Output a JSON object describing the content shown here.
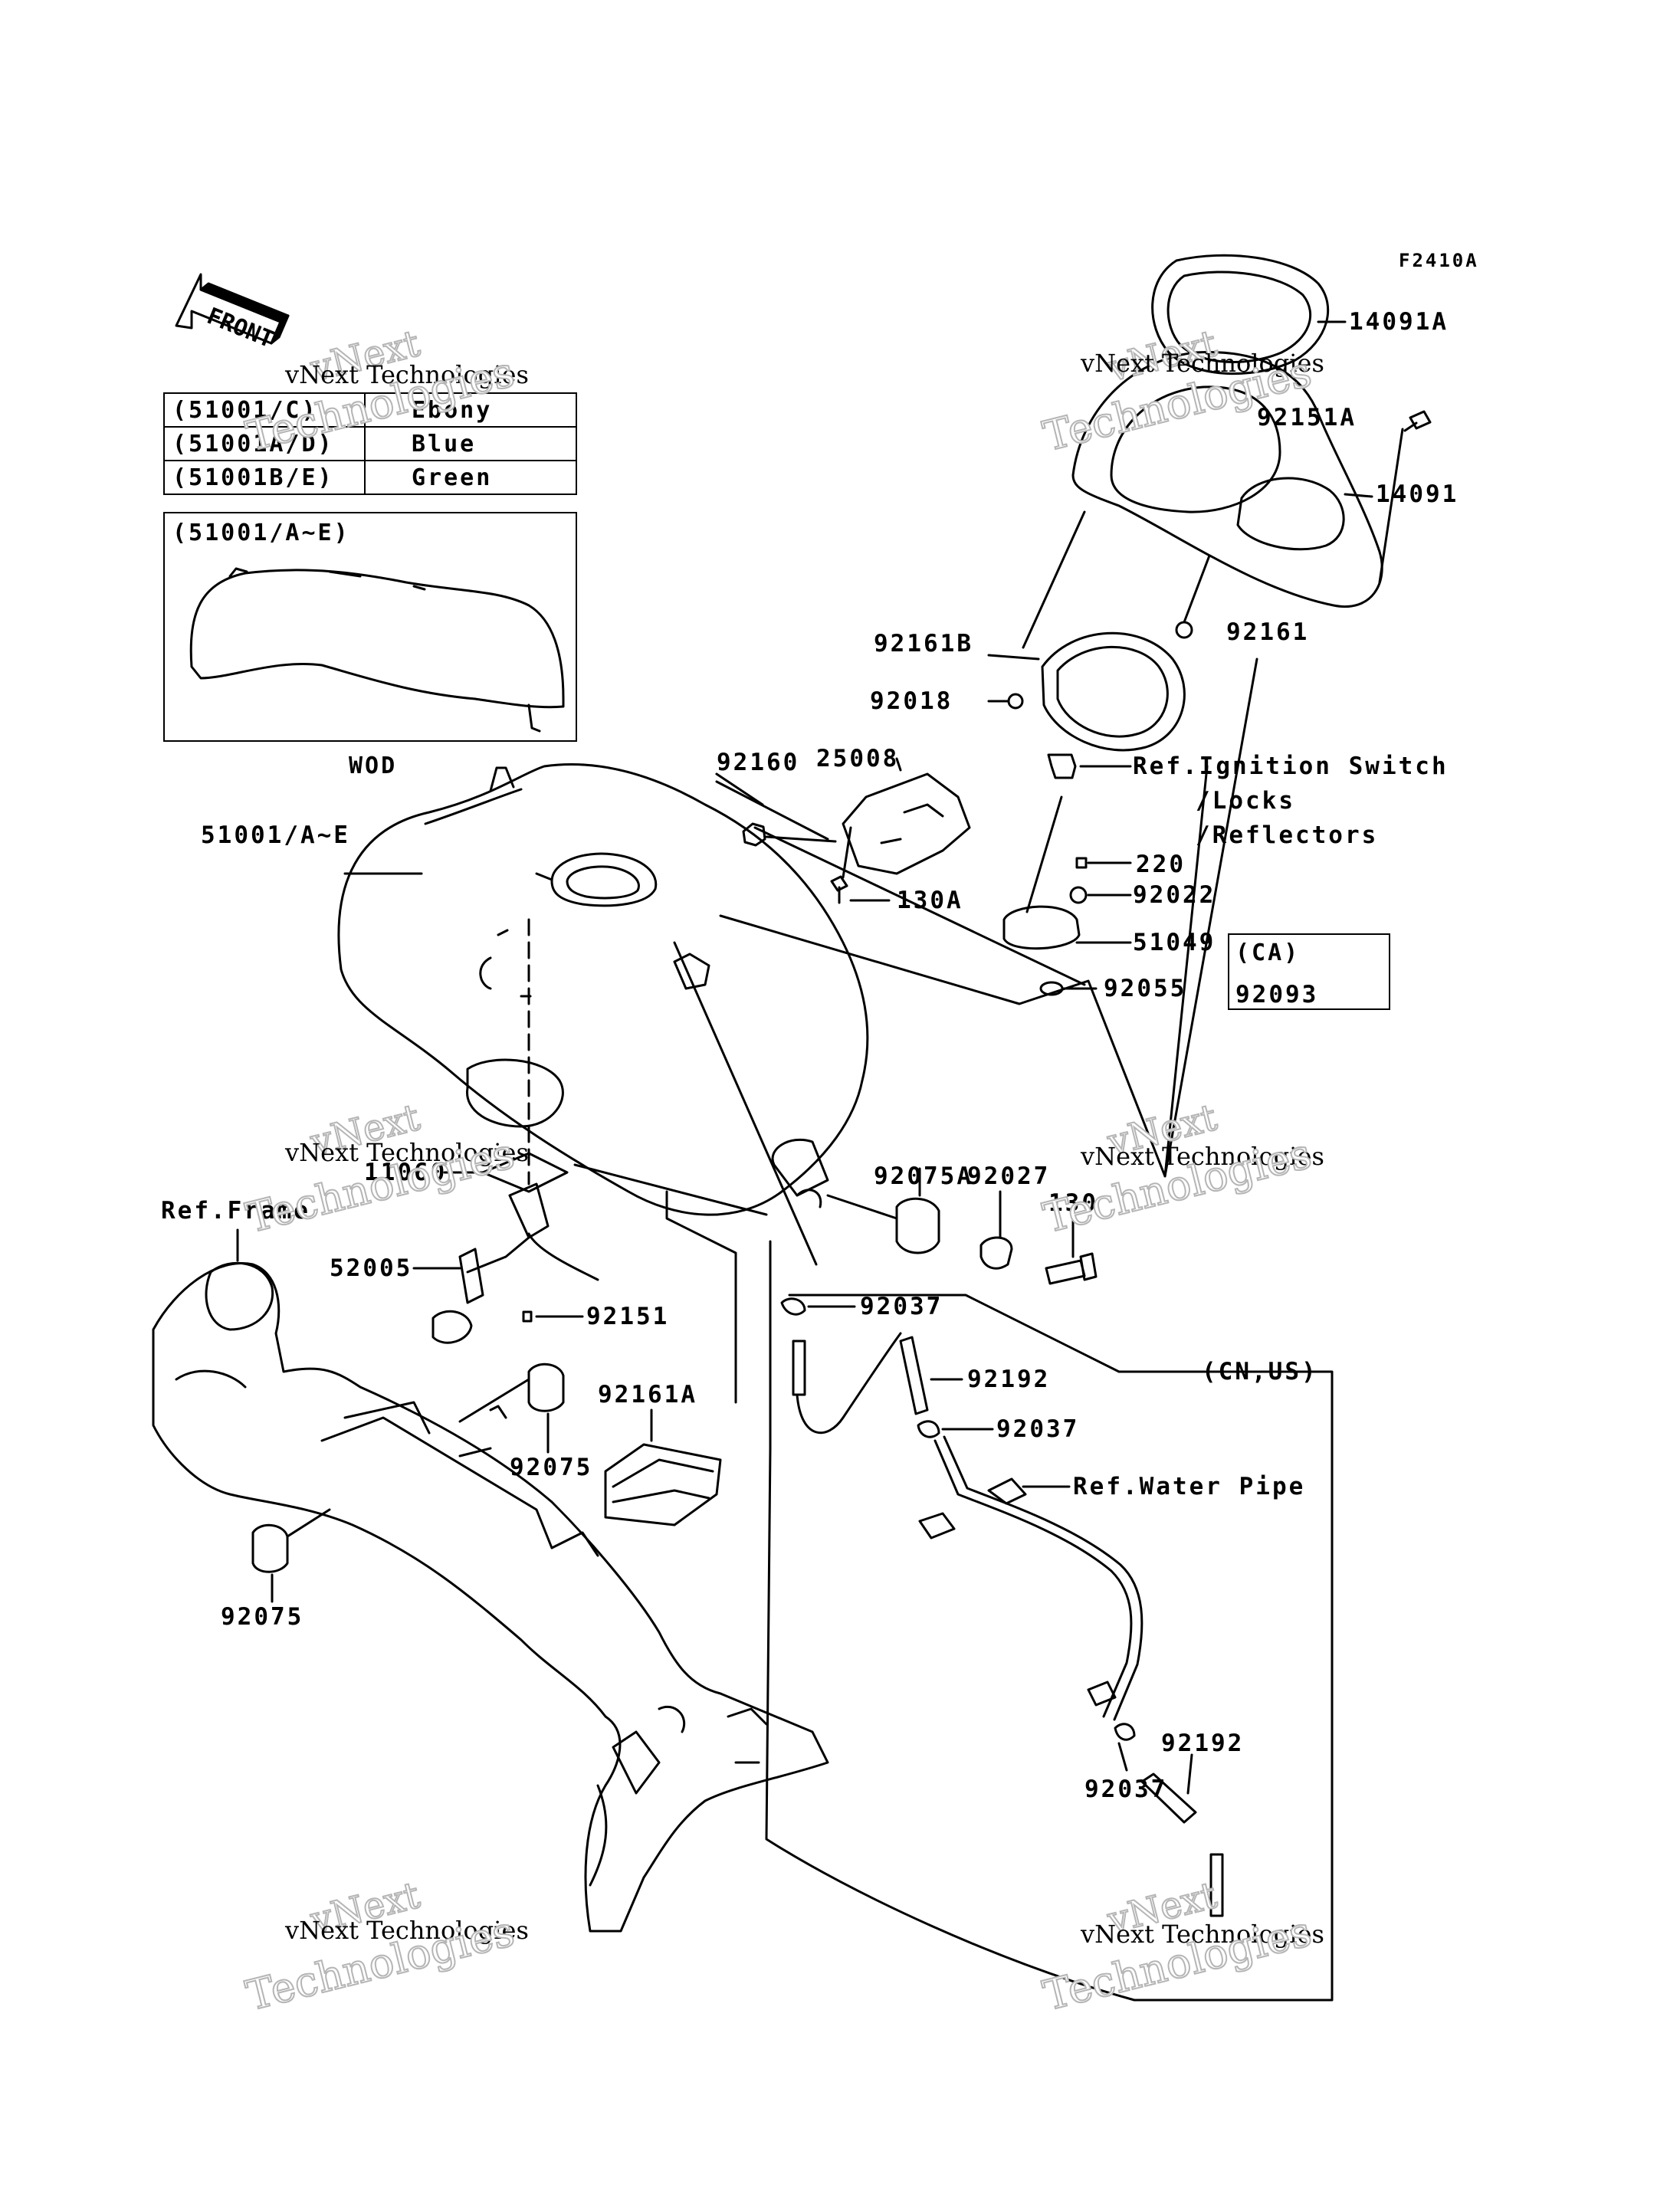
{
  "figure_code": "F2410A",
  "front_arrow": "FRONT",
  "color_table": [
    {
      "code": "(51001/C)",
      "color": "Ebony"
    },
    {
      "code": "(51001A/D)",
      "color": "Blue"
    },
    {
      "code": "(51001B/E)",
      "color": "Green"
    }
  ],
  "tank_box_label": "(51001/A~E)",
  "tank_box_caption": "WOD",
  "ca_box_label": "(CA)",
  "region_label": "(CN,US)",
  "parts": {
    "p14091A": "14091A",
    "p92151A": "92151A",
    "p14091": "14091",
    "p92161": "92161",
    "p92161B": "92161B",
    "p92018": "92018",
    "ref_ignition_1": "Ref.Ignition Switch",
    "ref_ignition_2": "/Locks",
    "ref_ignition_3": "/Reflectors",
    "p92160": "92160",
    "p25008": "25008",
    "p51001": "51001/A~E",
    "p130A": "130A",
    "p220": "220",
    "p92022": "92022",
    "p51049": "51049",
    "p92055": "92055",
    "p92093": "92093",
    "p92075A": "92075A",
    "p92027": "92027",
    "p130": "130",
    "p11060": "11060",
    "ref_frame": "Ref.Frame",
    "p52005": "52005",
    "p92151": "92151",
    "p92037a": "92037",
    "p92192a": "92192",
    "p92037b": "92037",
    "ref_water": "Ref.Water Pipe",
    "p92161A": "92161A",
    "p92075a": "92075",
    "p92075b": "92075",
    "p92192b": "92192",
    "p92037c": "92037"
  },
  "watermark": {
    "vnext": "vNext",
    "company": "vNext Technologies",
    "tech": "Technologies"
  }
}
